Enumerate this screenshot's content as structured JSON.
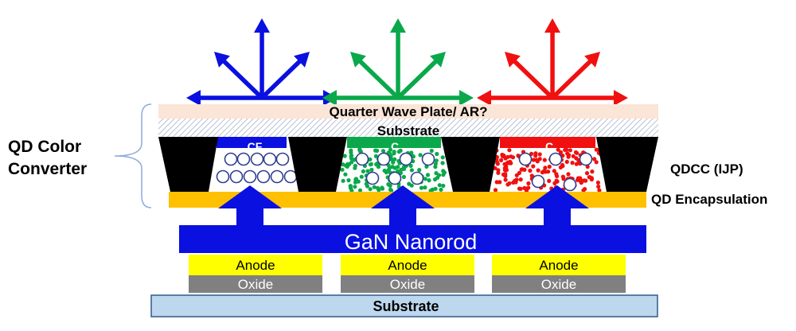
{
  "labels": {
    "left_title_line1": "QD Color",
    "left_title_line2": "Converter",
    "qdcc": "QDCC (IJP)",
    "qd_encapsulation": "QD Encapsulation",
    "quarter_wave": "Quarter Wave Plate/ AR?",
    "top_substrate": "Substrate",
    "gan": "GaN Nanorod",
    "bottom_substrate": "Substrate"
  },
  "subpixels": [
    {
      "cf_label": "CF",
      "anode": "Anode",
      "oxide": "Oxide",
      "arrow_color": "#0a10e0",
      "cf_color": "#0a10e0",
      "dot_color": null
    },
    {
      "cf_label": "C",
      "anode": "Anode",
      "oxide": "Oxide",
      "arrow_color": "#0aa84a",
      "cf_color": "#0aa84a",
      "dot_color": "#0aa84a"
    },
    {
      "cf_label": "C",
      "anode": "Anode",
      "oxide": "Oxide",
      "arrow_color": "#f01010",
      "cf_color": "#f01010",
      "dot_color": "#f01010"
    }
  ],
  "colors": {
    "gan_blue": "#0a10e0",
    "encapsulation": "#ffc000",
    "anode": "#ffff00",
    "oxide": "#808080",
    "bottom_substrate": "#bdd7ee",
    "quarter_wave": "#fbe5d6",
    "bank": "#000000",
    "qd_circle": "#2f3f8f"
  }
}
